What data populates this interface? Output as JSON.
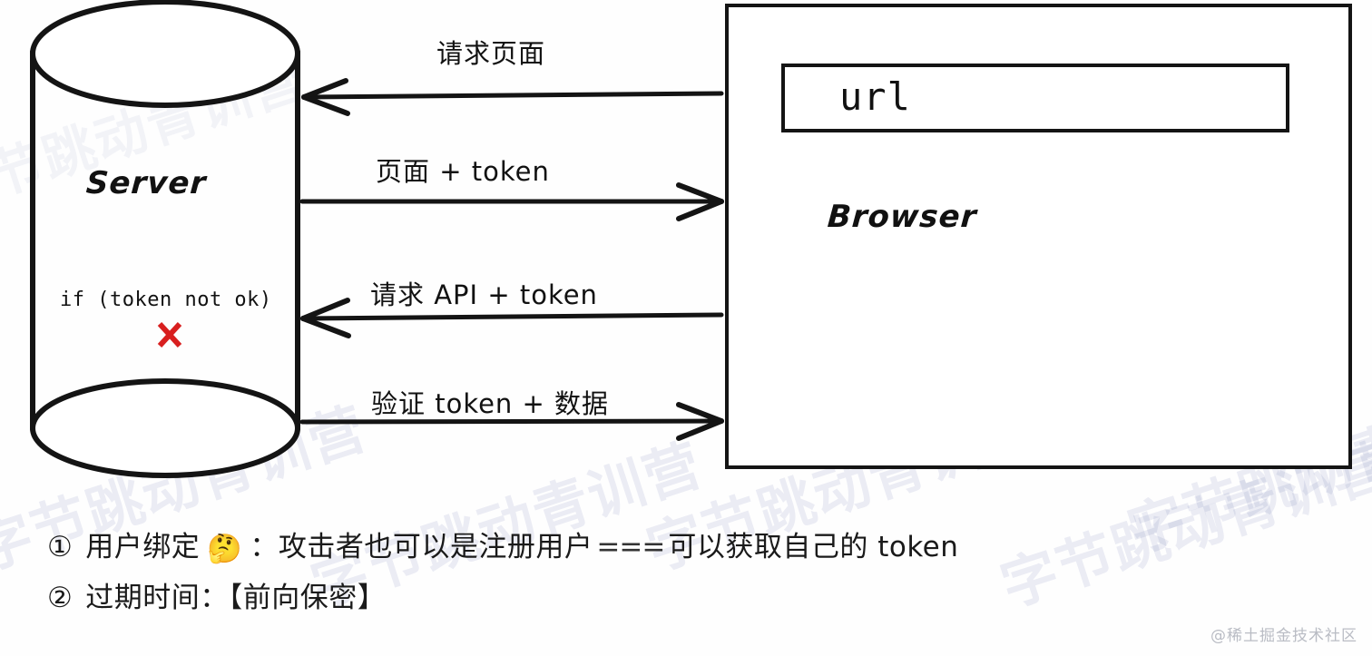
{
  "diagram": {
    "title": "Token auth flow: Server and Browser",
    "server": {
      "label": "Server",
      "condition": "if (token not ok)",
      "reject_icon": "red-cross-icon"
    },
    "browser": {
      "label": "Browser",
      "url_field_value": "url"
    },
    "arrows": [
      {
        "id": "request-page",
        "label": "请求页面",
        "direction": "right-to-left"
      },
      {
        "id": "page-plus-token",
        "label": "页面 + token",
        "direction": "left-to-right"
      },
      {
        "id": "request-api-token",
        "label": "请求 API + token",
        "direction": "right-to-left"
      },
      {
        "id": "verify-token-data",
        "label": "验证 token + 数据",
        "direction": "left-to-right"
      }
    ]
  },
  "notes": [
    {
      "number": "①",
      "text_before": "用户绑定",
      "emoji": "🤔",
      "text_after": "：攻击者也可以是注册用户",
      "equals": "===",
      "text_tail": "可以获取自己的 token"
    },
    {
      "number": "②",
      "text_before": "过期时间：【前向保密】",
      "emoji": "",
      "text_after": "",
      "equals": "",
      "text_tail": ""
    }
  ],
  "watermarks": {
    "tiled_text": "字节跳动青训营",
    "credit": "@稀土掘金技术社区"
  },
  "colors": {
    "ink": "#141414",
    "reject": "#d81f1f",
    "watermark": "#2b3a8f",
    "credit": "#b9bcc4",
    "background": "#fefefe"
  }
}
